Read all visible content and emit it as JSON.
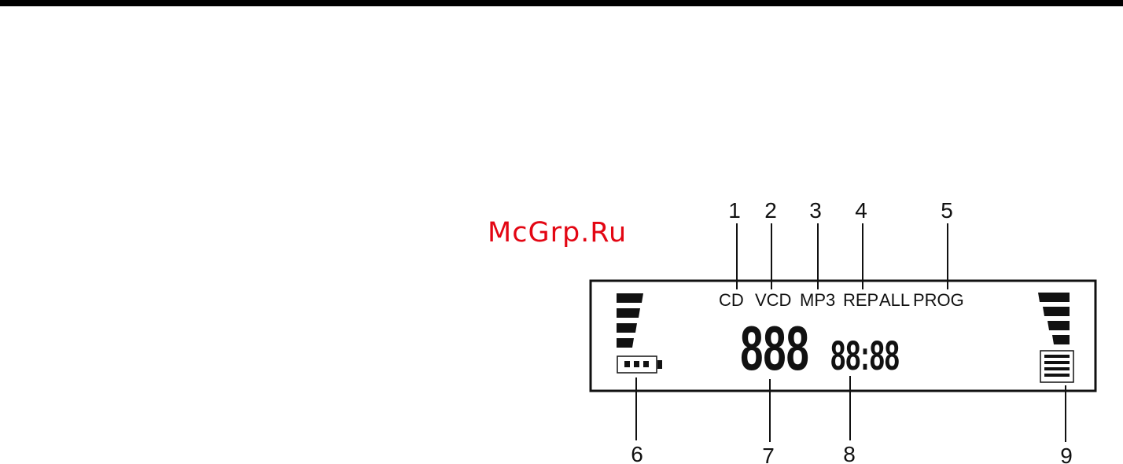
{
  "watermark": "McGrp.Ru",
  "callouts": [
    "1",
    "2",
    "3",
    "4",
    "5",
    "6",
    "7",
    "8",
    "9"
  ],
  "display": {
    "labels": [
      "CD",
      "VCD",
      "MP3",
      "REP",
      "ALL",
      "PROG"
    ],
    "track_digits": "888",
    "time_digits": "88:88"
  },
  "colors": {
    "ink": "#111111",
    "watermark": "#e30613",
    "background": "#ffffff"
  },
  "icons": {
    "left_level": "level-bars-icon",
    "right_level": "level-bars-icon",
    "battery": "battery-icon",
    "stack": "stacked-lines-icon"
  }
}
